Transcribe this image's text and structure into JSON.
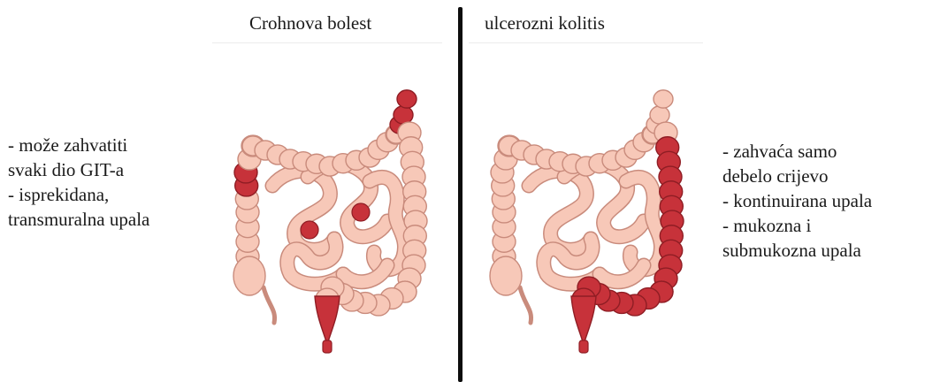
{
  "left": {
    "title": "Crohnova bolest",
    "notes": [
      "- može zahvatiti",
      "svaki dio GIT-a",
      "- isprekidana,",
      "transmuralna upala"
    ],
    "pattern": "patchy"
  },
  "right": {
    "title": "ulcerozni kolitis",
    "notes": [
      "- zahvaća samo",
      "debelo crijevo",
      "- kontinuirana upala",
      "- mukozna i",
      "submukozna upala"
    ],
    "pattern": "continuous"
  },
  "colors": {
    "healthy_fill": "#f7c8b8",
    "healthy_stroke": "#c98b7c",
    "inflamed_fill": "#c7323a",
    "inflamed_stroke": "#8f1d24",
    "divider": "#0d0d0d"
  },
  "icons": {
    "left_illustration": "intestines-crohn-icon",
    "right_illustration": "intestines-colitis-icon"
  }
}
